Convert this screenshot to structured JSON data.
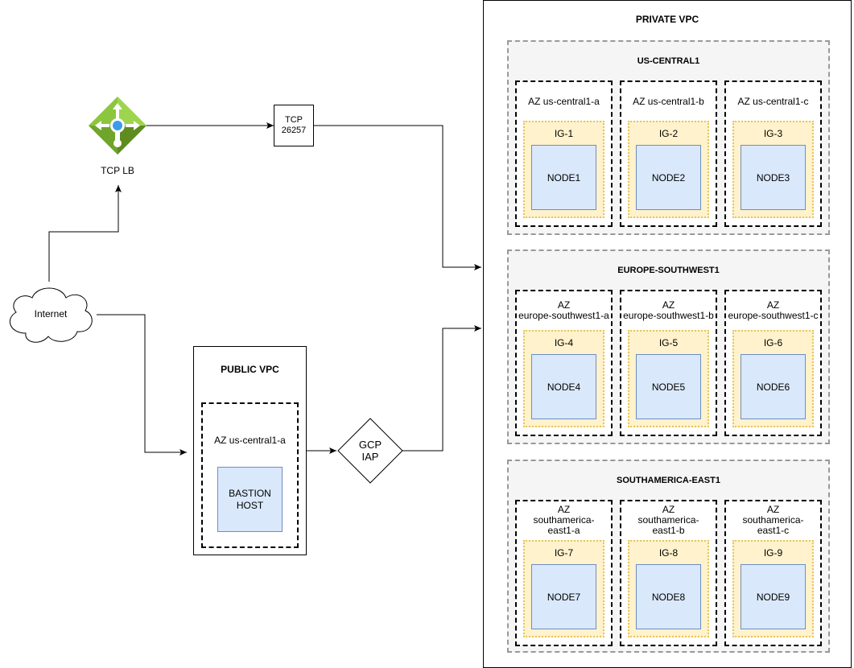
{
  "tcp_lb": {
    "label": "TCP LB"
  },
  "tcp_port": {
    "label": "TCP\n26257"
  },
  "internet": {
    "label": "Internet"
  },
  "public_vpc": {
    "title": "PUBLIC VPC",
    "az_label": "AZ us-central1-a",
    "bastion_label": "BASTION\nHOST"
  },
  "gcp_iap": {
    "label": "GCP\nIAP"
  },
  "private_vpc": {
    "title": "PRIVATE VPC",
    "regions": [
      {
        "name": "US-CENTRAL1",
        "azs": [
          {
            "label": "AZ  us-central1-a",
            "ig": "IG-1",
            "node": "NODE1"
          },
          {
            "label": "AZ  us-central1-b",
            "ig": "IG-2",
            "node": "NODE2"
          },
          {
            "label": "AZ  us-central1-c",
            "ig": "IG-3",
            "node": "NODE3"
          }
        ]
      },
      {
        "name": "EUROPE-SOUTHWEST1",
        "azs": [
          {
            "label": "AZ\neurope-southwest1-a",
            "ig": "IG-4",
            "node": "NODE4"
          },
          {
            "label": "AZ\neurope-southwest1-b",
            "ig": "IG-5",
            "node": "NODE5"
          },
          {
            "label": "AZ\neurope-southwest1-c",
            "ig": "IG-6",
            "node": "NODE6"
          }
        ]
      },
      {
        "name": "SOUTHAMERICA-EAST1",
        "azs": [
          {
            "label": "AZ\nsouthamerica-\neast1-a",
            "ig": "IG-7",
            "node": "NODE7"
          },
          {
            "label": "AZ\nsouthamerica-\neast1-b",
            "ig": "IG-8",
            "node": "NODE8"
          },
          {
            "label": "AZ\nsouthamerica-\neast1-c",
            "ig": "IG-9",
            "node": "NODE9"
          }
        ]
      }
    ]
  },
  "colors": {
    "lb_green_light": "#8cc63f",
    "lb_green_dark": "#5e8c1f",
    "lb_dot": "#3d9be9",
    "node_fill": "#dae8fc",
    "node_border": "#6c8ebf",
    "ig_fill": "#fff2cc",
    "ig_border": "#e6c55a",
    "region_fill": "#f5f5f5",
    "region_border": "#999999"
  }
}
